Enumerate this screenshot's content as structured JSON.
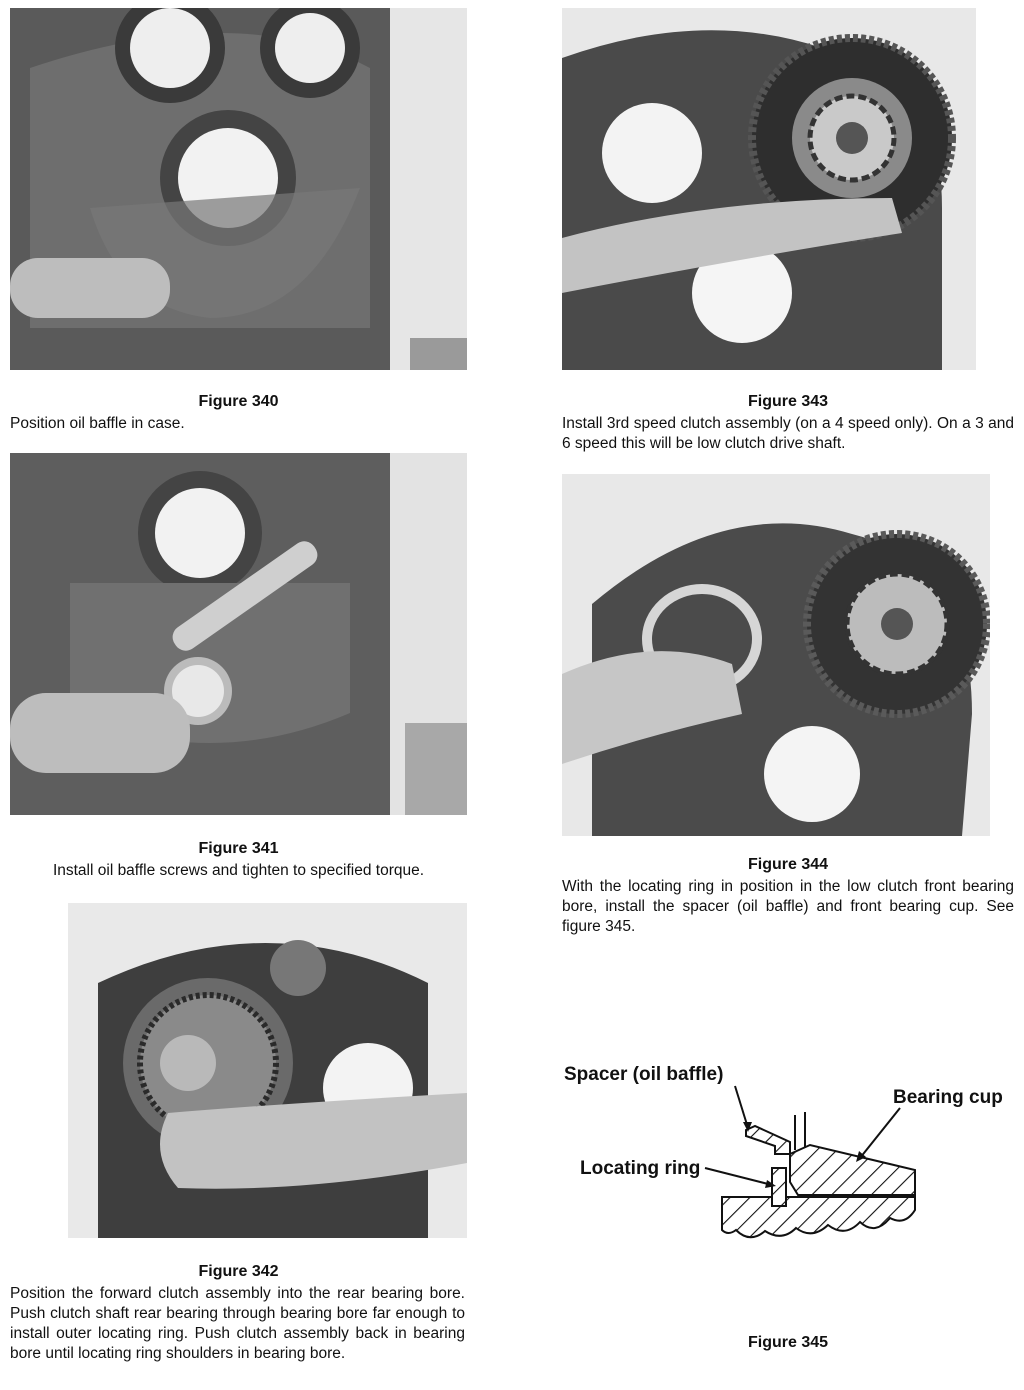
{
  "figures": [
    {
      "id": "340",
      "title": "Figure 340",
      "caption": "Position oil baffle in case."
    },
    {
      "id": "341",
      "title": "Figure 341",
      "caption": "Install oil baffle screws and tighten to specified torque."
    },
    {
      "id": "342",
      "title": "Figure 342",
      "caption": "Position the forward clutch assembly into the rear bearing bore. Push clutch shaft rear bearing through bearing bore far enough to install outer locating ring. Push clutch assembly back in bearing bore until locating ring shoulders in bearing bore."
    },
    {
      "id": "343",
      "title": "Figure 343",
      "caption": "Install 3rd speed clutch assembly (on a 4 speed only). On a 3 and 6 speed this will be low clutch drive shaft."
    },
    {
      "id": "344",
      "title": "Figure 344",
      "caption": "With the locating ring in position in the low clutch front bearing bore, install the spacer (oil baffle) and front bearing cup. See figure 345."
    },
    {
      "id": "345",
      "title": "Figure 345",
      "caption": ""
    }
  ],
  "diagram345": {
    "label_spacer": "Spacer (oil baffle)",
    "label_bearing_cup": "Bearing cup",
    "label_locating_ring": "Locating ring"
  }
}
